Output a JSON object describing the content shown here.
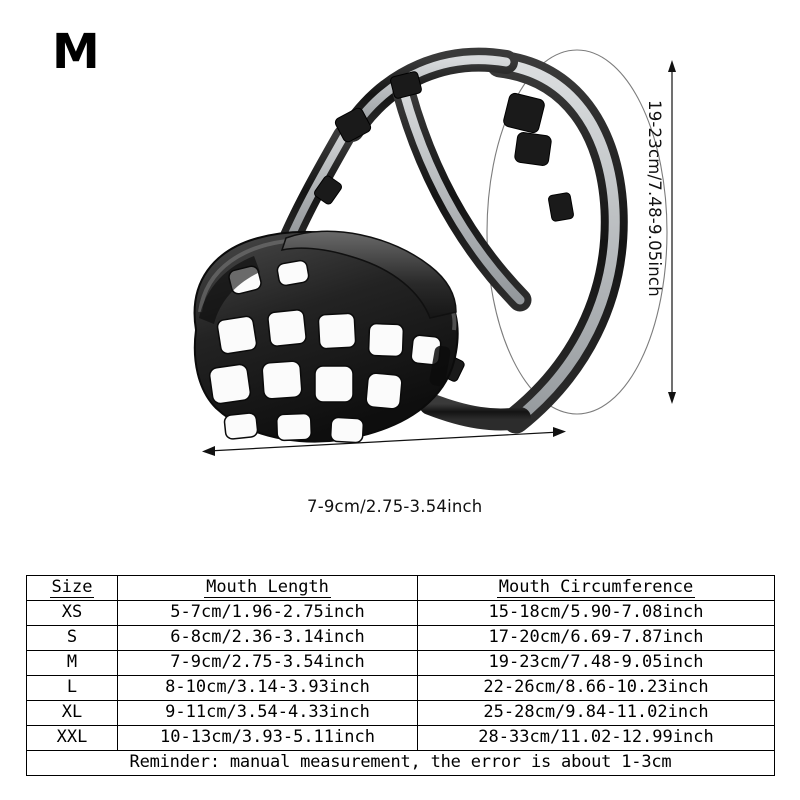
{
  "badge": {
    "size_label": "M"
  },
  "photo": {
    "alt_name": "dog-basket-muzzle-product-photo",
    "dimension_vertical": "19-23cm/7.48-9.05inch",
    "dimension_horizontal": "7-9cm/2.75-3.54inch"
  },
  "table": {
    "headers": {
      "size": "Size",
      "mouth_length": "Mouth Length",
      "mouth_circumference": "Mouth Circumference"
    },
    "rows": [
      {
        "size": "XS",
        "length": "5-7cm/1.96-2.75inch",
        "circumference": "15-18cm/5.90-7.08inch"
      },
      {
        "size": "S",
        "length": "6-8cm/2.36-3.14inch",
        "circumference": "17-20cm/6.69-7.87inch"
      },
      {
        "size": "M",
        "length": "7-9cm/2.75-3.54inch",
        "circumference": "19-23cm/7.48-9.05inch"
      },
      {
        "size": "L",
        "length": "8-10cm/3.14-3.93inch",
        "circumference": "22-26cm/8.66-10.23inch"
      },
      {
        "size": "XL",
        "length": "9-11cm/3.54-4.33inch",
        "circumference": "25-28cm/9.84-11.02inch"
      },
      {
        "size": "XXL",
        "length": "10-13cm/3.93-5.11inch",
        "circumference": "28-33cm/11.02-12.99inch"
      }
    ],
    "reminder": "Reminder: manual measurement, the error is about 1-3cm"
  },
  "colors": {
    "background": "#ffffff",
    "line": "#000000",
    "strap_dark": "#1b1b1b",
    "strap_reflective": "#cfd2d4",
    "basket": "#242424"
  }
}
